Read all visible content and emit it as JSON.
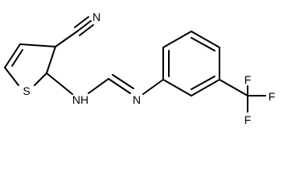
{
  "molecule": {
    "atoms": {
      "cyano_n": "N",
      "sulfur": "S",
      "amine_nh": "NH",
      "imine_n": "N",
      "fluorine_top": "F",
      "fluorine_right": "F",
      "fluorine_bottom": "F"
    }
  }
}
